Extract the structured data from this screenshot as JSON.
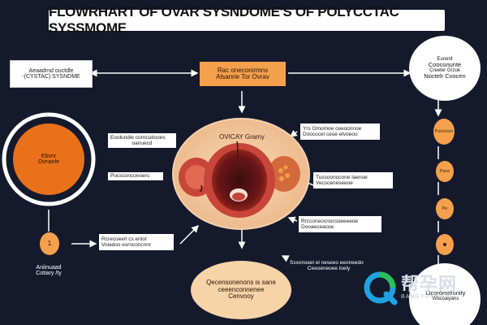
{
  "title": "FLOWRHART OF OVAR SYSNDOME'S OF POLYCCTAC SYSSMOME",
  "top_left_box": [
    "Aeaadrnd ouctdle",
    "-(CYSTAC) SYSNDME"
  ],
  "top_center_box": [
    "Rac oneconirmns",
    "Alsanrie Tor Ovrav"
  ],
  "top_right_circle": [
    "Eurenit",
    "Cooconunte",
    "Creeter Grzuk",
    "Noctelr Cvocen"
  ],
  "left_circle": [
    "Ebvnr",
    "Ovnanle"
  ],
  "left_badge": "1",
  "bottom_left_text": [
    "Aniinuaad",
    "Cotiary /ty"
  ],
  "center_title": "OVICAY Gramy",
  "label_top_left": [
    "Eoolundie corncuitooes",
    "oanuecd"
  ],
  "label_mid_left": "Pocsconconoers",
  "label_bottom_left": [
    "Rcrecoeerl cs enlor",
    "Voiadoo esrnconcnnr"
  ],
  "label_top_right": [
    "Yrs Omomoe ceeoonnoe",
    "Doococel ceoe elvoeoo"
  ],
  "label_mid_right": [
    "Tussoonocone laenoe",
    "Vecsceneseeoe"
  ],
  "label_bottom_right": [
    "Rrcconeocnocsoeeeeoe",
    "Dooaeceacoe"
  ],
  "label_lower_right": [
    "Ssxonseel el neseeo eeoneedo",
    "Ceeoeneoee loely"
  ],
  "bottom_center_ellipse": [
    "Qecensonenons is sane",
    "ceeenconnenee",
    "Cenvooy"
  ],
  "right_badges": [
    "Poocicon",
    "Paoc",
    "Pe"
  ],
  "bottom_right_text": [
    "Ocorommunity",
    "Wbcoaiyans"
  ],
  "watermark": {
    "main": "帮孕网",
    "sub": "BANGYUNWANG"
  },
  "colors": {
    "background": "#141a2c",
    "accent_orange": "#f4a04c",
    "deep_orange": "#e8711a",
    "peach": "#f7d3a8",
    "tissue_red": "#c8453a"
  }
}
